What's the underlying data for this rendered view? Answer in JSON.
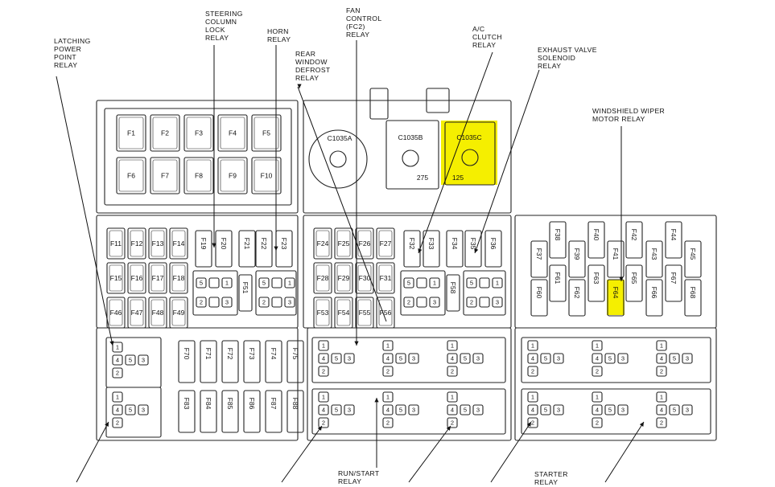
{
  "callouts": {
    "latching_power_point_relay": "LATCHING\nPOWER\nPOINT\nRELAY",
    "steering_column_lock_relay": "STEERING\nCOLUMN\nLOCK\nRELAY",
    "horn_relay": "HORN\nRELAY",
    "rear_window_defrost_relay": "REAR\nWINDOW\nDEFROST\nRELAY",
    "fan_control_relay": "FAN\nCONTROL\n(FC2)\nRELAY",
    "ac_clutch_relay": "A/C\nCLUTCH\nRELAY",
    "exhaust_valve_solenoid_relay": "EXHAUST VALVE\nSOLENOID\nRELAY",
    "windshield_wiper_motor_relay": "WINDSHIELD WIPER\nMOTOR RELAY",
    "run_start_relay": "RUN/START\nRELAY",
    "starter_relay": "STARTER\nRELAY"
  },
  "connectors": [
    "C1035A",
    "C1035B",
    "C1035C"
  ],
  "connector_numbers": [
    "275",
    "125"
  ],
  "highlight_color": "#f5ef00",
  "fuses_top": [
    "F1",
    "F2",
    "F3",
    "F4",
    "F5",
    "F6",
    "F7",
    "F8",
    "F9",
    "F10"
  ],
  "fuses_left_grid": [
    "F11",
    "F12",
    "F13",
    "F14",
    "F15",
    "F16",
    "F17",
    "F18",
    "F46",
    "F47",
    "F48",
    "F49"
  ],
  "fuses_left_vertical": [
    "F19",
    "F20",
    "F21",
    "F22",
    "F23"
  ],
  "fuse_f51": "F51",
  "fuses_mid_grid": [
    "F24",
    "F25",
    "F26",
    "F27",
    "F28",
    "F29",
    "F30",
    "F31",
    "F53",
    "F54",
    "F55",
    "F56"
  ],
  "fuses_mid_vertical": [
    "F32",
    "F33",
    "F34",
    "F35",
    "F36"
  ],
  "fuse_f58": "F58",
  "fuses_right_top": [
    "F38",
    "F40",
    "F42",
    "F44"
  ],
  "fuses_right_mid": [
    "F37",
    "F39",
    "F41",
    "F43",
    "F45"
  ],
  "fuses_right_low": [
    "F61",
    "F63",
    "F65",
    "F67"
  ],
  "fuses_right_bottom": [
    "F60",
    "F62",
    "F64",
    "F66",
    "F68"
  ],
  "highlighted_fuse": "F64",
  "fuses_bottom_row1": [
    "F70",
    "F71",
    "F72",
    "F73",
    "F74",
    "F75"
  ],
  "fuses_bottom_row2": [
    "F83",
    "F84",
    "F85",
    "F86",
    "F87",
    "F88"
  ],
  "pins": {
    "p1": "1",
    "p2": "2",
    "p3": "3",
    "p4": "4",
    "p5": "5"
  }
}
